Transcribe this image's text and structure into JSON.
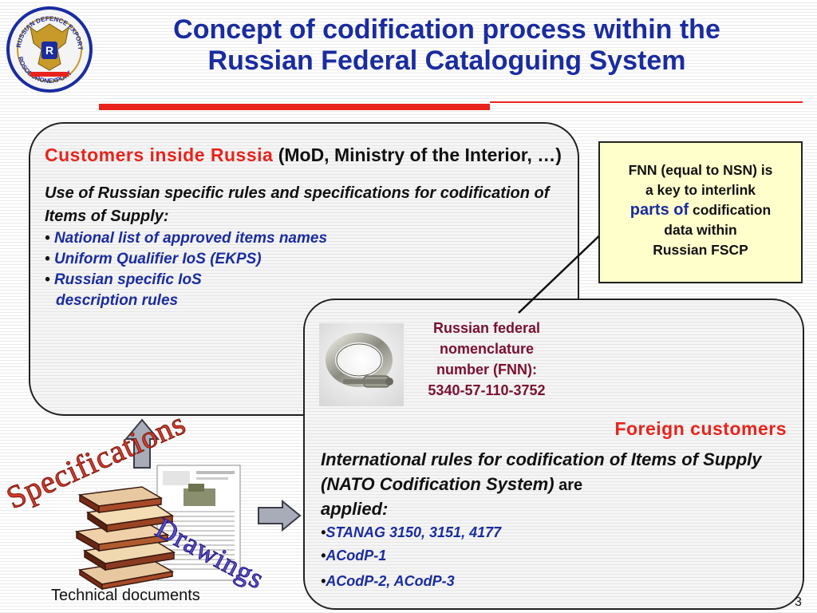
{
  "header": {
    "logo_text": "RUSSIAN DEFENCE EXPORT · ROSOBORONEXPORT",
    "title_line1": "Concept of codification process within the",
    "title_line2": "Russian Federal Cataloguing System"
  },
  "russia": {
    "heading_red": "Customers inside Russia",
    "heading_rest": " (MoD, Ministry of the Interior, …)",
    "rules_text": "Use of Russian specific rules and specifications for codification of Items of Supply:",
    "bullets": [
      "National list of approved items names",
      "Uniform Qualifier IoS (EKPS)",
      "Russian specific IoS",
      "description rules"
    ]
  },
  "callout": {
    "line1": "FNN (equal to NSN) is",
    "line2": "a key to interlink",
    "line3_highlight": "parts of",
    "line3_rest": " codification",
    "line4": "data within",
    "line5": "Russian FSCP"
  },
  "fnn": {
    "line1": "Russian federal",
    "line2": "nomenclature",
    "line3": "number (FNN):",
    "line4": "5340-57-110-3752"
  },
  "foreign": {
    "heading": "Foreign customers",
    "rules_italic": "International rules for codification of Items of Supply (NATO Codification System)",
    "rules_are": " are",
    "rules_applied": "applied:",
    "bullets": [
      "STANAG 3150, 3151, 4177",
      "ACodP-1",
      "ACodP-2, ACodP-3"
    ]
  },
  "docs": {
    "specifications": "Specifications",
    "drawings": "Drawings",
    "label": "Technical documents"
  },
  "page_number": "3",
  "colors": {
    "title_blue": "#1a2ca0",
    "accent_red": "#e8231c",
    "callout_yellow": "#ffffcc",
    "fnn_maroon": "#7a1030"
  }
}
